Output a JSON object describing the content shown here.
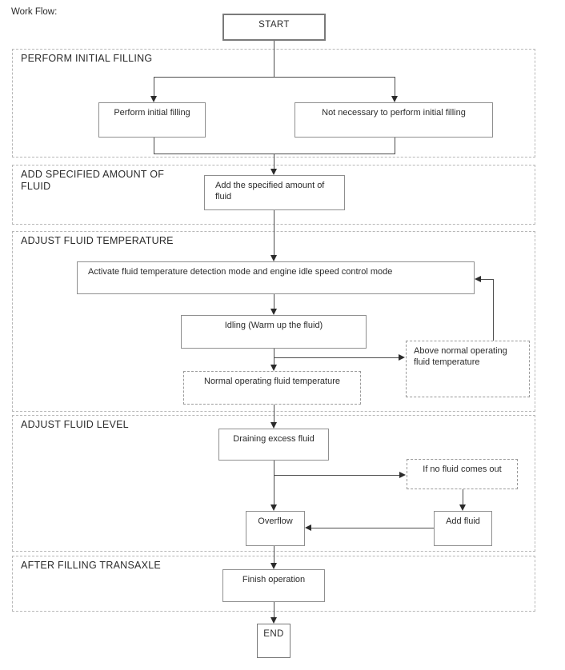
{
  "page": {
    "title": "Work Flow:"
  },
  "sections": [
    {
      "label": "PERFORM INITIAL FILLING"
    },
    {
      "label": "ADD SPECIFIED AMOUNT OF FLUID"
    },
    {
      "label": "ADJUST FLUID TEMPERATURE"
    },
    {
      "label": "ADJUST FLUID LEVEL"
    },
    {
      "label": "AFTER FILLING TRANSAXLE"
    }
  ],
  "nodes": {
    "start": "START",
    "perform_initial_filling": "Perform initial filling",
    "not_necessary": "Not necessary to perform initial filling",
    "add_specified_amount": "Add the specified amount of fluid",
    "activate_detection": "Activate fluid temperature detection mode and engine idle speed control mode",
    "idling": "Idling (Warm up the fluid)",
    "above_normal": "Above normal operating fluid temperature",
    "normal_operating": "Normal operating fluid temperature",
    "draining_excess": "Draining excess fluid",
    "if_no_fluid": "If no fluid comes out",
    "overflow": "Overflow",
    "add_fluid": "Add fluid",
    "finish_operation": "Finish operation",
    "end": "END"
  },
  "colors": {
    "text": "#2b2b2b",
    "line": "#4d4d4d",
    "arrow": "#2b2b2b",
    "solid_border": "#8f8f8f",
    "terminal_border": "#7a7a7a",
    "dashed_box_border": "#9a9a9a",
    "section_border": "#b8b8b8",
    "background": "#ffffff"
  }
}
